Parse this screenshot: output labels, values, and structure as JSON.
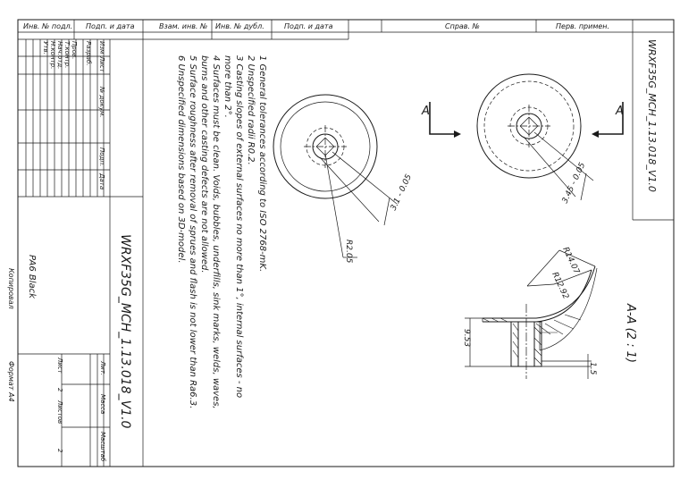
{
  "title_block": {
    "top_headers": [
      "Инв. № подл.",
      "Подп. и дата",
      "Взам. инв. №",
      "Инв. № дубл.",
      "Подп. и дата",
      "Справ. №",
      "Перв. примен."
    ],
    "drawing_code_top": "WRXF35G_MCH_1.13.018_V1.0",
    "drawing_code_main": "WRXF35G_MCH_1.13.018_V1.0",
    "material": "PA6 Black",
    "rev_headers": [
      "Изм",
      "Лист",
      "№ докум.",
      "Подп.",
      "Дата"
    ],
    "roles": [
      "Разраб.",
      "Пров.",
      "Т.контр.",
      "Нач.отд.",
      "Н.контр.",
      "Утв."
    ],
    "lit_label": "Лит.",
    "mass_label": "Масса",
    "scale_label": "Масштаб",
    "sheet_label": "Лист",
    "sheets_label": "Листов",
    "sheet_value": "2",
    "sheets_value": "2",
    "copied_label": "Копировал",
    "format_label": "Формат A4"
  },
  "notes": [
    "1 General tolerances according to ISO 2768-mK.",
    "2 Unspecified radii R0.2.",
    "3 Casting slopes of external surfaces no more than 1°, internal surfaces - no",
    "more than 2°.",
    "4 Surfaces must be clean. Voids, bubbles, underfills, sink marks, welds, waves,",
    "burns and other casting defects are not allowed.",
    "5 Surface roughness after removal of sprues and flash is not lower than Ra6.3.",
    "6 Unspecified dimensions based on 3D-model."
  ],
  "views": {
    "left_dim": "3.1 - 0.05",
    "left_radius": "R2.05",
    "right_dim": "3.45 - 0.05",
    "section_mark": "A",
    "section_title": "A-A (2 : 1)",
    "r_outer": "R14.07",
    "r_inner": "R12.92",
    "height_dim": "9.53",
    "small_dim": "1.5"
  }
}
